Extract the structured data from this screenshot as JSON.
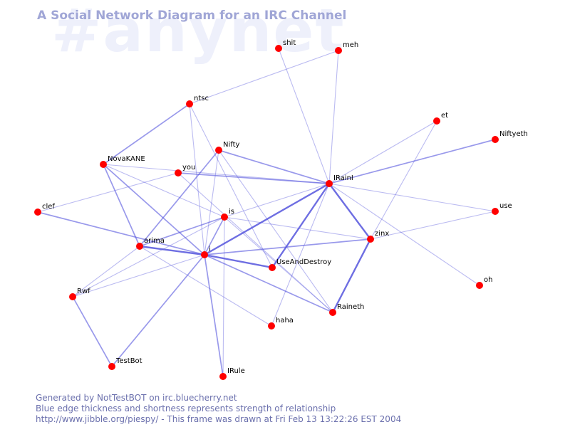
{
  "watermark": "#anynet",
  "title": "A Social Network Diagram for an IRC Channel",
  "footer": {
    "line1": "Generated by NotTestBOT on irc.bluecherry.net",
    "line2": "Blue edge thickness and shortness represents strength of relationship",
    "line3": "http://www.jibble.org/piespy/ - This frame was drawn at Fri Feb 13 13:22:26 EST 2004"
  },
  "colors": {
    "node": "#ff0000",
    "edge": "#5555dd",
    "title": "#a0a6d6",
    "footer": "#6b70ad",
    "watermark": "#eef0fb"
  },
  "nodes": [
    {
      "id": "shit",
      "label": "shit"
    },
    {
      "id": "meh",
      "label": "meh"
    },
    {
      "id": "ntsc",
      "label": "ntsc"
    },
    {
      "id": "et",
      "label": "et"
    },
    {
      "id": "Niftyeth",
      "label": "Niftyeth"
    },
    {
      "id": "Nifty",
      "label": "Nifty"
    },
    {
      "id": "NovaKANE",
      "label": "NovaKANE"
    },
    {
      "id": "you",
      "label": "you"
    },
    {
      "id": "IRainI",
      "label": "IRainI"
    },
    {
      "id": "clef",
      "label": "clef"
    },
    {
      "id": "is",
      "label": "is"
    },
    {
      "id": "use",
      "label": "use"
    },
    {
      "id": "zinx",
      "label": "zinx"
    },
    {
      "id": "arima",
      "label": "arima"
    },
    {
      "id": "i",
      "label": "i"
    },
    {
      "id": "UseAndDestroy",
      "label": "UseAndDestroy"
    },
    {
      "id": "oh",
      "label": "oh"
    },
    {
      "id": "Rwf",
      "label": "Rwf"
    },
    {
      "id": "Raineth",
      "label": "Raineth"
    },
    {
      "id": "haha",
      "label": "haha"
    },
    {
      "id": "TestBot",
      "label": "TestBot"
    },
    {
      "id": "IRule",
      "label": "IRule"
    }
  ],
  "edges": [
    {
      "from": "shit",
      "to": "IRainI",
      "weight": 1
    },
    {
      "from": "meh",
      "to": "IRainI",
      "weight": 1
    },
    {
      "from": "meh",
      "to": "ntsc",
      "weight": 1
    },
    {
      "from": "ntsc",
      "to": "NovaKANE",
      "weight": 2
    },
    {
      "from": "ntsc",
      "to": "i",
      "weight": 1
    },
    {
      "from": "ntsc",
      "to": "UseAndDestroy",
      "weight": 1
    },
    {
      "from": "et",
      "to": "IRainI",
      "weight": 1
    },
    {
      "from": "et",
      "to": "zinx",
      "weight": 1
    },
    {
      "from": "Niftyeth",
      "to": "IRainI",
      "weight": 2
    },
    {
      "from": "Nifty",
      "to": "IRainI",
      "weight": 2
    },
    {
      "from": "Nifty",
      "to": "arima",
      "weight": 2
    },
    {
      "from": "Nifty",
      "to": "i",
      "weight": 1
    },
    {
      "from": "Nifty",
      "to": "Raineth",
      "weight": 1
    },
    {
      "from": "NovaKANE",
      "to": "IRainI",
      "weight": 1
    },
    {
      "from": "NovaKANE",
      "to": "is",
      "weight": 1
    },
    {
      "from": "NovaKANE",
      "to": "i",
      "weight": 2
    },
    {
      "from": "NovaKANE",
      "to": "arima",
      "weight": 2
    },
    {
      "from": "you",
      "to": "IRainI",
      "weight": 2
    },
    {
      "from": "you",
      "to": "Raineth",
      "weight": 1
    },
    {
      "from": "IRainI",
      "to": "i",
      "weight": 3
    },
    {
      "from": "IRainI",
      "to": "UseAndDestroy",
      "weight": 3
    },
    {
      "from": "IRainI",
      "to": "zinx",
      "weight": 3
    },
    {
      "from": "IRainI",
      "to": "is",
      "weight": 1
    },
    {
      "from": "IRainI",
      "to": "use",
      "weight": 1
    },
    {
      "from": "IRainI",
      "to": "oh",
      "weight": 1
    },
    {
      "from": "IRainI",
      "to": "haha",
      "weight": 1
    },
    {
      "from": "clef",
      "to": "you",
      "weight": 1
    },
    {
      "from": "clef",
      "to": "i",
      "weight": 2
    },
    {
      "from": "is",
      "to": "arima",
      "weight": 2
    },
    {
      "from": "is",
      "to": "i",
      "weight": 2
    },
    {
      "from": "is",
      "to": "Raineth",
      "weight": 1
    },
    {
      "from": "is",
      "to": "zinx",
      "weight": 1
    },
    {
      "from": "is",
      "to": "Rwf",
      "weight": 1
    },
    {
      "from": "is",
      "to": "IRule",
      "weight": 1
    },
    {
      "from": "zinx",
      "to": "use",
      "weight": 1
    },
    {
      "from": "zinx",
      "to": "i",
      "weight": 2
    },
    {
      "from": "zinx",
      "to": "Raineth",
      "weight": 3
    },
    {
      "from": "arima",
      "to": "i",
      "weight": 3
    },
    {
      "from": "arima",
      "to": "Rwf",
      "weight": 1
    },
    {
      "from": "arima",
      "to": "haha",
      "weight": 1
    },
    {
      "from": "i",
      "to": "UseAndDestroy",
      "weight": 3
    },
    {
      "from": "i",
      "to": "Raineth",
      "weight": 2
    },
    {
      "from": "i",
      "to": "Rwf",
      "weight": 1
    },
    {
      "from": "i",
      "to": "TestBot",
      "weight": 2
    },
    {
      "from": "i",
      "to": "IRule",
      "weight": 2
    },
    {
      "from": "Rwf",
      "to": "TestBot",
      "weight": 2
    }
  ]
}
